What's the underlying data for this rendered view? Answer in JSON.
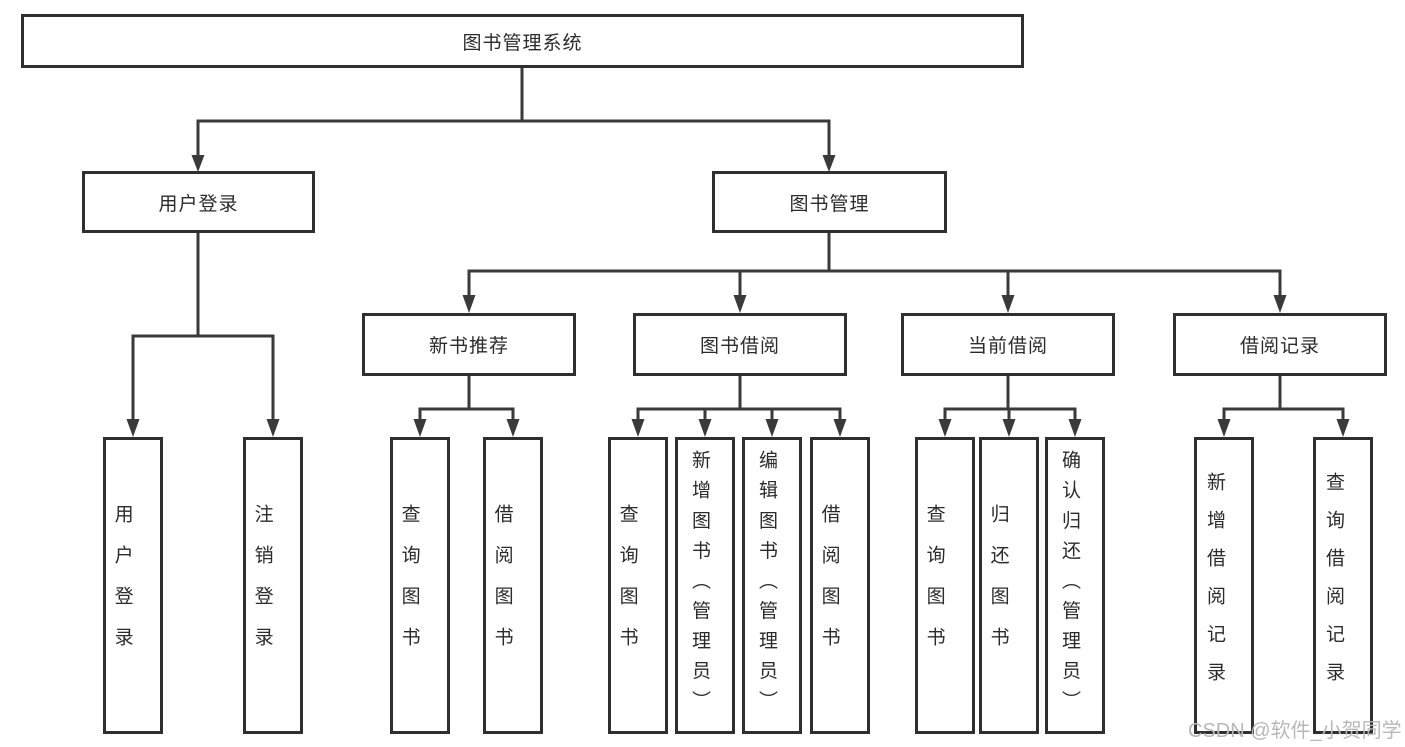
{
  "watermark": "CSDN @软件_小贺同学",
  "colors": {
    "line": "#3a3a3a",
    "box_border": "#2f2f2f",
    "text": "#2b2b2b",
    "watermark": "#b8b8b8"
  },
  "tree": {
    "label": "图书管理系统",
    "children": [
      {
        "label": "用户登录",
        "children": [
          {
            "label": "用户登录"
          },
          {
            "label": "注销登录"
          }
        ]
      },
      {
        "label": "图书管理",
        "children": [
          {
            "label": "新书推荐",
            "children": [
              {
                "label": "查询图书"
              },
              {
                "label": "借阅图书"
              }
            ]
          },
          {
            "label": "图书借阅",
            "children": [
              {
                "label": "查询图书"
              },
              {
                "label": "新增图书（管理员）"
              },
              {
                "label": "编辑图书（管理员）"
              },
              {
                "label": "借阅图书"
              }
            ]
          },
          {
            "label": "当前借阅",
            "children": [
              {
                "label": "查询图书"
              },
              {
                "label": "归还图书"
              },
              {
                "label": "确认归还（管理员）"
              }
            ]
          },
          {
            "label": "借阅记录",
            "children": [
              {
                "label": "新增借阅记录"
              },
              {
                "label": "查询借阅记录"
              }
            ]
          }
        ]
      }
    ]
  }
}
